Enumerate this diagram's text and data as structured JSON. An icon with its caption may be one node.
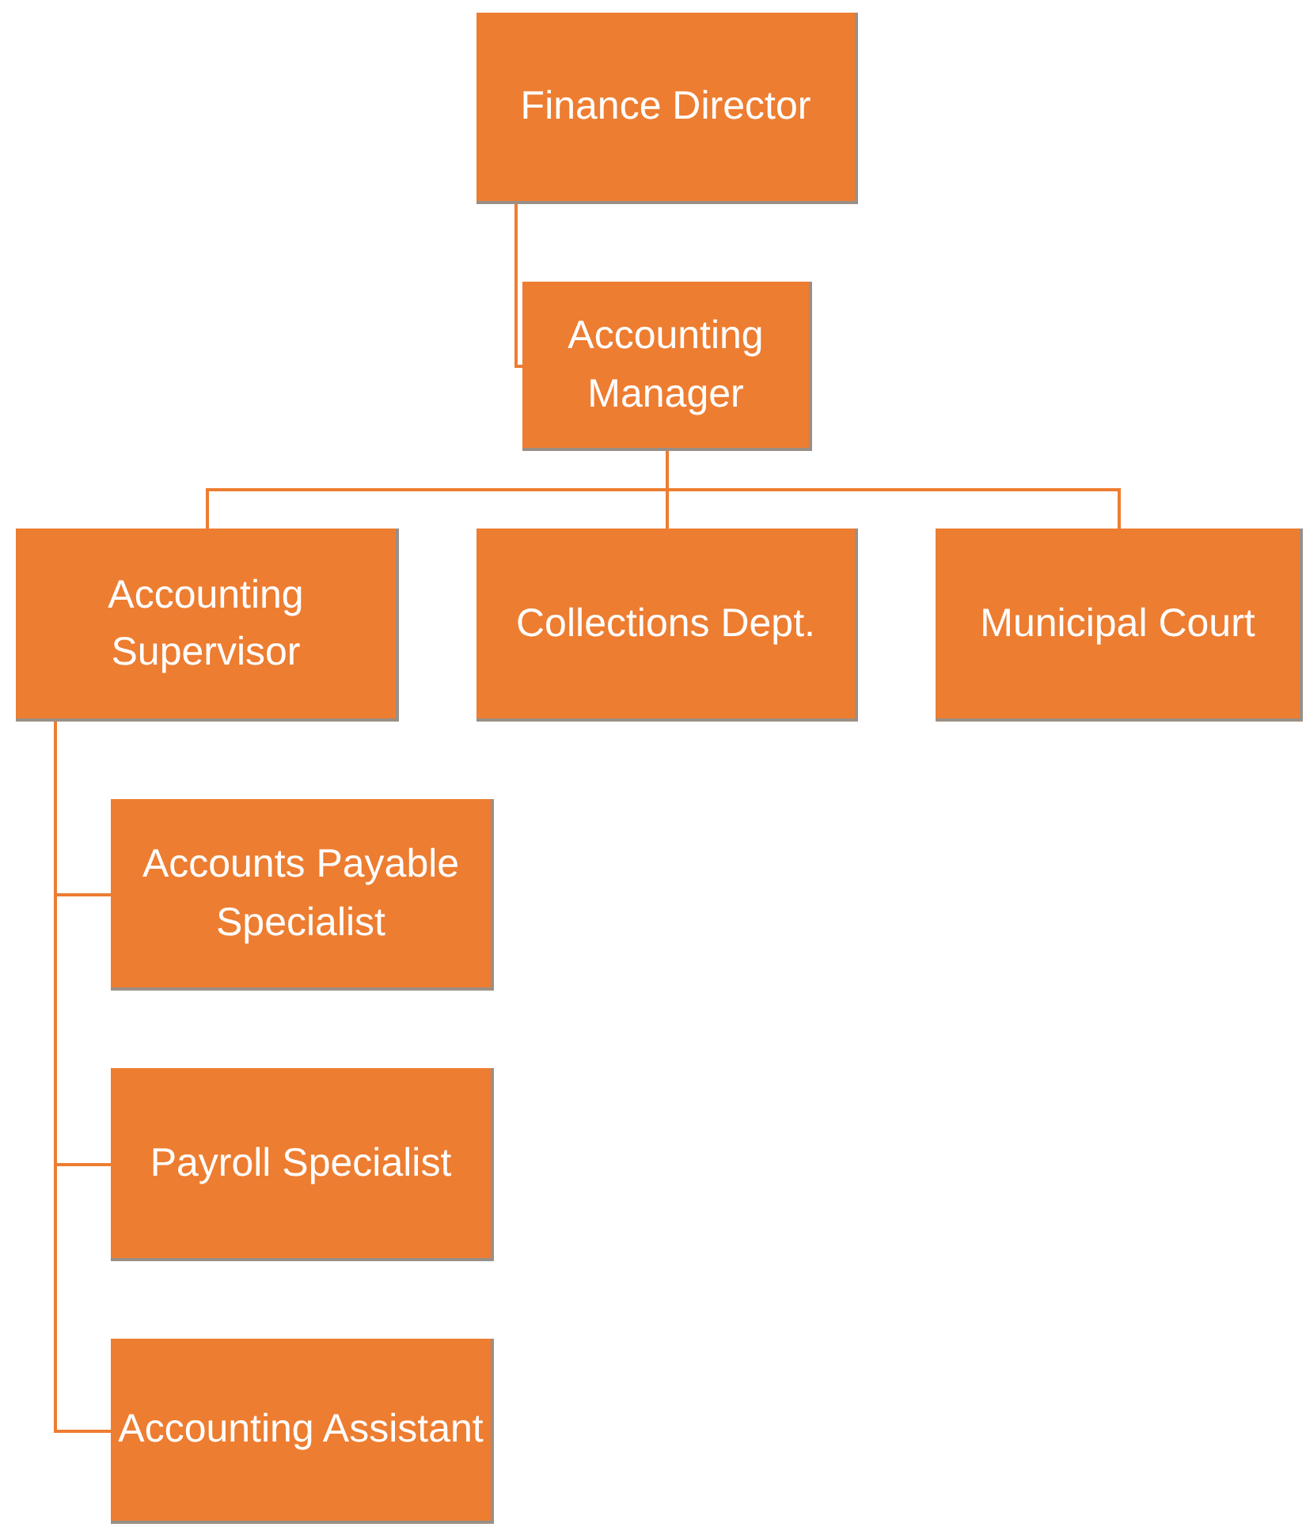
{
  "diagram": {
    "nodes": [
      {
        "text": [
          "Finance Director"
        ]
      },
      {
        "text": [
          "Accounting Manager"
        ]
      },
      {
        "text": [
          "Accounting Supervisor"
        ]
      },
      {
        "text": [
          "Collections Dept."
        ]
      },
      {
        "text": [
          "Municipal Court"
        ]
      },
      {
        "text": [
          "Accounts Payable Specialist"
        ]
      },
      {
        "text": [
          "Payroll Specialist"
        ]
      },
      {
        "text": [
          "Accounting Assistant"
        ]
      }
    ],
    "edges": [
      {
        "from": 0,
        "to": 1,
        "arrow": "none"
      },
      {
        "from": 1,
        "to": 2,
        "arrow": "none"
      },
      {
        "from": 1,
        "to": 3,
        "arrow": "none"
      },
      {
        "from": 1,
        "to": 4,
        "arrow": "none"
      },
      {
        "from": 2,
        "to": 5,
        "arrow": "none"
      },
      {
        "from": 2,
        "to": 6,
        "arrow": "none"
      },
      {
        "from": 2,
        "to": 7,
        "arrow": "none"
      }
    ]
  }
}
